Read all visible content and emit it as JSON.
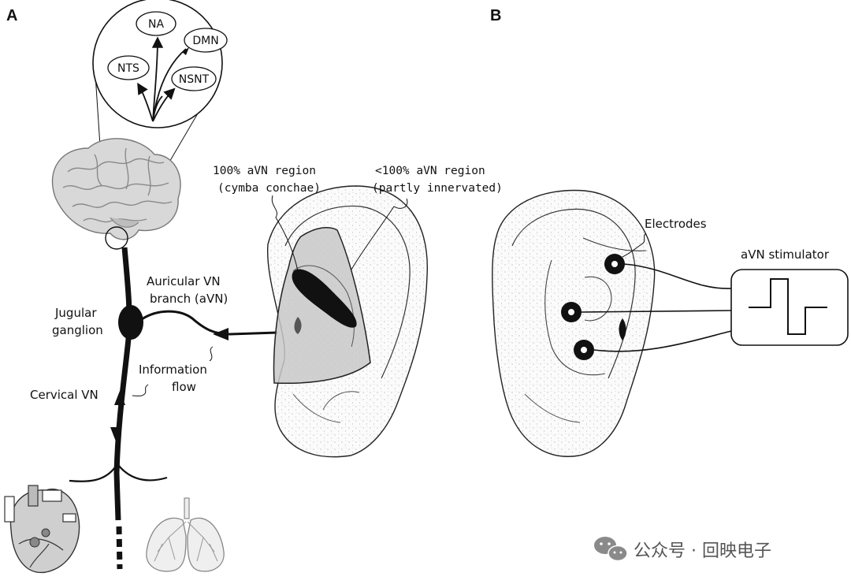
{
  "panels": {
    "a": "A",
    "b": "B"
  },
  "nuclei": {
    "na": "NA",
    "dmn": "DMN",
    "nts": "NTS",
    "nsnt": "NSNT"
  },
  "labels": {
    "auricular_line1": "Auricular VN",
    "auricular_line2": "branch (aVN)",
    "jugular_line1": "Jugular",
    "jugular_line2": "ganglion",
    "info_line1": "Information",
    "info_line2": "flow",
    "cervical": "Cervical VN",
    "full_region_line1": "100% aVN region",
    "full_region_line2": "(cymba conchae)",
    "partial_region_line1": "<100% aVN region",
    "partial_region_line2": "(partly innervated)",
    "electrodes": "Electrodes",
    "stimulator": "aVN stimulator"
  },
  "watermark": "公众号 · 回映电子",
  "colors": {
    "region_fill": "#c8c8c8",
    "ink": "#111111"
  }
}
